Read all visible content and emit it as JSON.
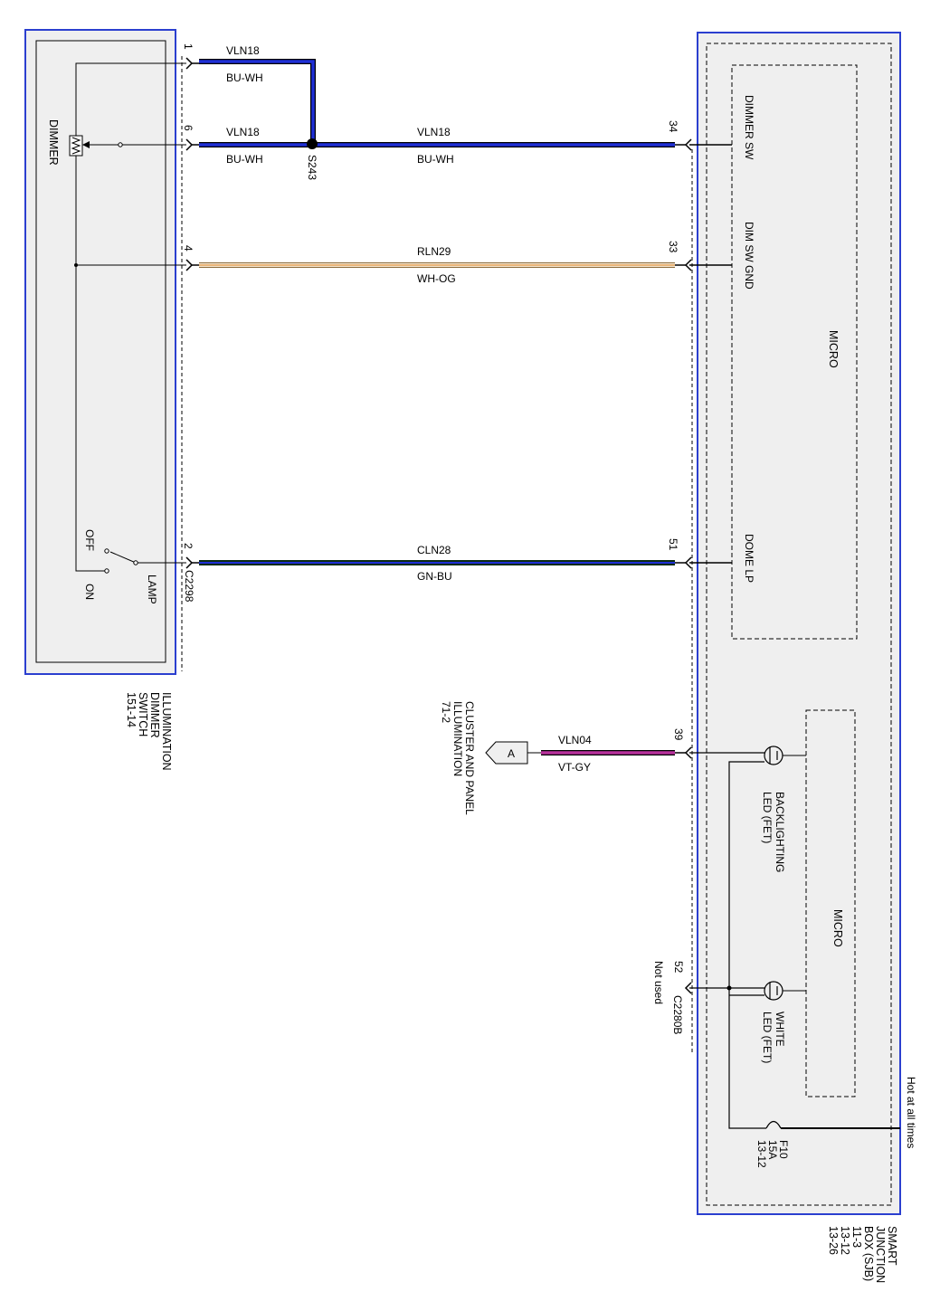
{
  "left_component": {
    "name_lines": [
      "ILLUMINATION",
      "DIMMER",
      "SWITCH",
      "151-14"
    ],
    "dimmer_label": "DIMMER",
    "off_label": "OFF",
    "on_label": "ON",
    "lamp_label": "LAMP",
    "connector": "C2298"
  },
  "right_component": {
    "name_lines": [
      "SMART",
      "JUNCTION",
      "BOX (SJB)",
      "11-3",
      "13-12",
      "13-26"
    ],
    "micro_top": "MICRO",
    "micro_bottom": "MICRO",
    "dimmer_sw": "DIMMER SW",
    "dim_sw_gnd": "DIM SW GND",
    "dome_lp": "DOME LP",
    "backlighting_led": [
      "BACKLIGHTING",
      "LED (FET)"
    ],
    "white_led": [
      "WHITE",
      "LED (FET)"
    ],
    "fuse_lines": [
      "F10",
      "15A",
      "13-12"
    ],
    "hot_label": "Hot at all times",
    "connector": "C2280B",
    "not_used": "Not used"
  },
  "splice": "S243",
  "wires": [
    {
      "pin_left": "1",
      "circuit": "VLN18",
      "color": "BU-WH"
    },
    {
      "pin_left": "6",
      "circuit_left": "VLN18",
      "color_left": "BU-WH",
      "circuit": "VLN18",
      "color": "BU-WH",
      "pin_right": "34"
    },
    {
      "pin_left": "4",
      "circuit": "RLN29",
      "color": "WH-OG",
      "pin_right": "33"
    },
    {
      "pin_left": "2",
      "circuit": "CLN28",
      "color": "GN-BU",
      "pin_right": "51"
    },
    {
      "circuit": "VLN04",
      "color": "VT-GY",
      "pin_right": "39"
    },
    {
      "pin_right": "52"
    }
  ],
  "cluster": {
    "connector_letter": "A",
    "name_lines": [
      "CLUSTER AND PANEL",
      "ILLUMINATION",
      "71-2"
    ]
  },
  "colors": {
    "box_border": "#2b3fcf",
    "box_fill": "#efefef",
    "wire_blue": "#1f2fd6",
    "wire_orange": "#e3a35d",
    "wire_violet": "#b8319c"
  }
}
